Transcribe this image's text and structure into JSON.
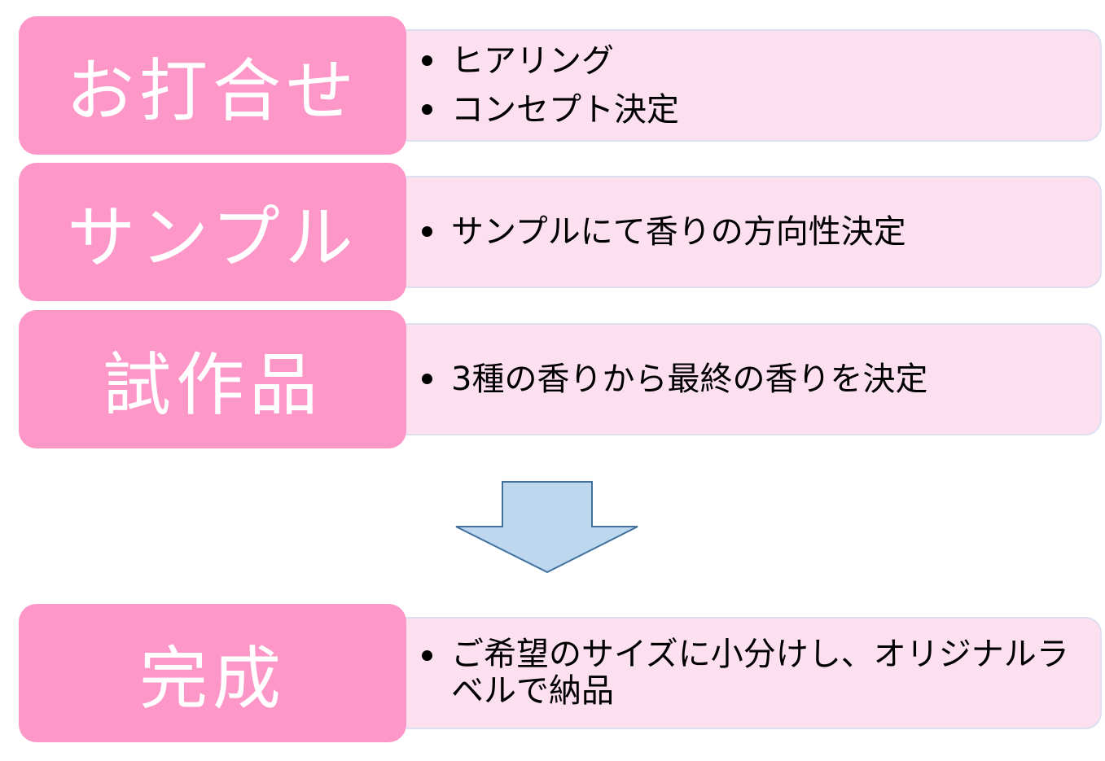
{
  "colors": {
    "stage_fill": "#fd97c8",
    "detail_fill": "#fde0ef",
    "detail_border": "#dcdff0",
    "arrow_fill": "#bdd7ee",
    "arrow_stroke": "#41719c"
  },
  "steps": [
    {
      "title": "お打合せ",
      "items": [
        "ヒアリング",
        "コンセプト決定"
      ]
    },
    {
      "title": "サンプル",
      "items": [
        "サンプルにて香りの方向性決定"
      ]
    },
    {
      "title": "試作品",
      "items": [
        "3種の香りから最終の香りを決定"
      ]
    },
    {
      "title": "完成",
      "items": [
        "ご希望のサイズに小分けし、オリジナルラベルで納品"
      ]
    }
  ],
  "arrow": {
    "icon": "down-arrow-icon"
  }
}
